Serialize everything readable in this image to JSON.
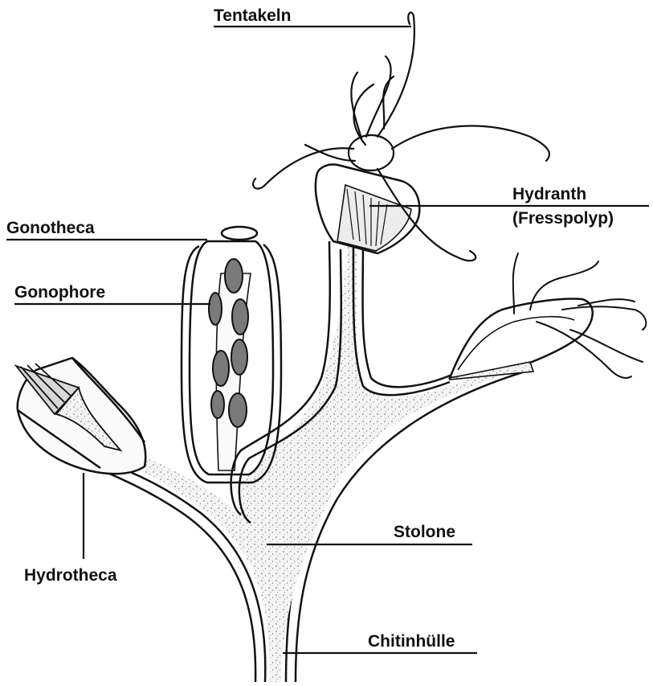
{
  "labels": {
    "tentakeln": "Tentakeln",
    "hydranth_line1": "Hydranth",
    "hydranth_line2": "(Fresspolyp)",
    "gonotheca": "Gonotheca",
    "gonophore": "Gonophore",
    "hydrotheca": "Hydrotheca",
    "stolone": "Stolone",
    "chitinhuelle": "Chitinhülle"
  },
  "colors": {
    "outline": "#111111",
    "stipple_fill": "#f1f1f1",
    "gonophore_fill": "#7a7a7a",
    "background": "#ffffff"
  }
}
